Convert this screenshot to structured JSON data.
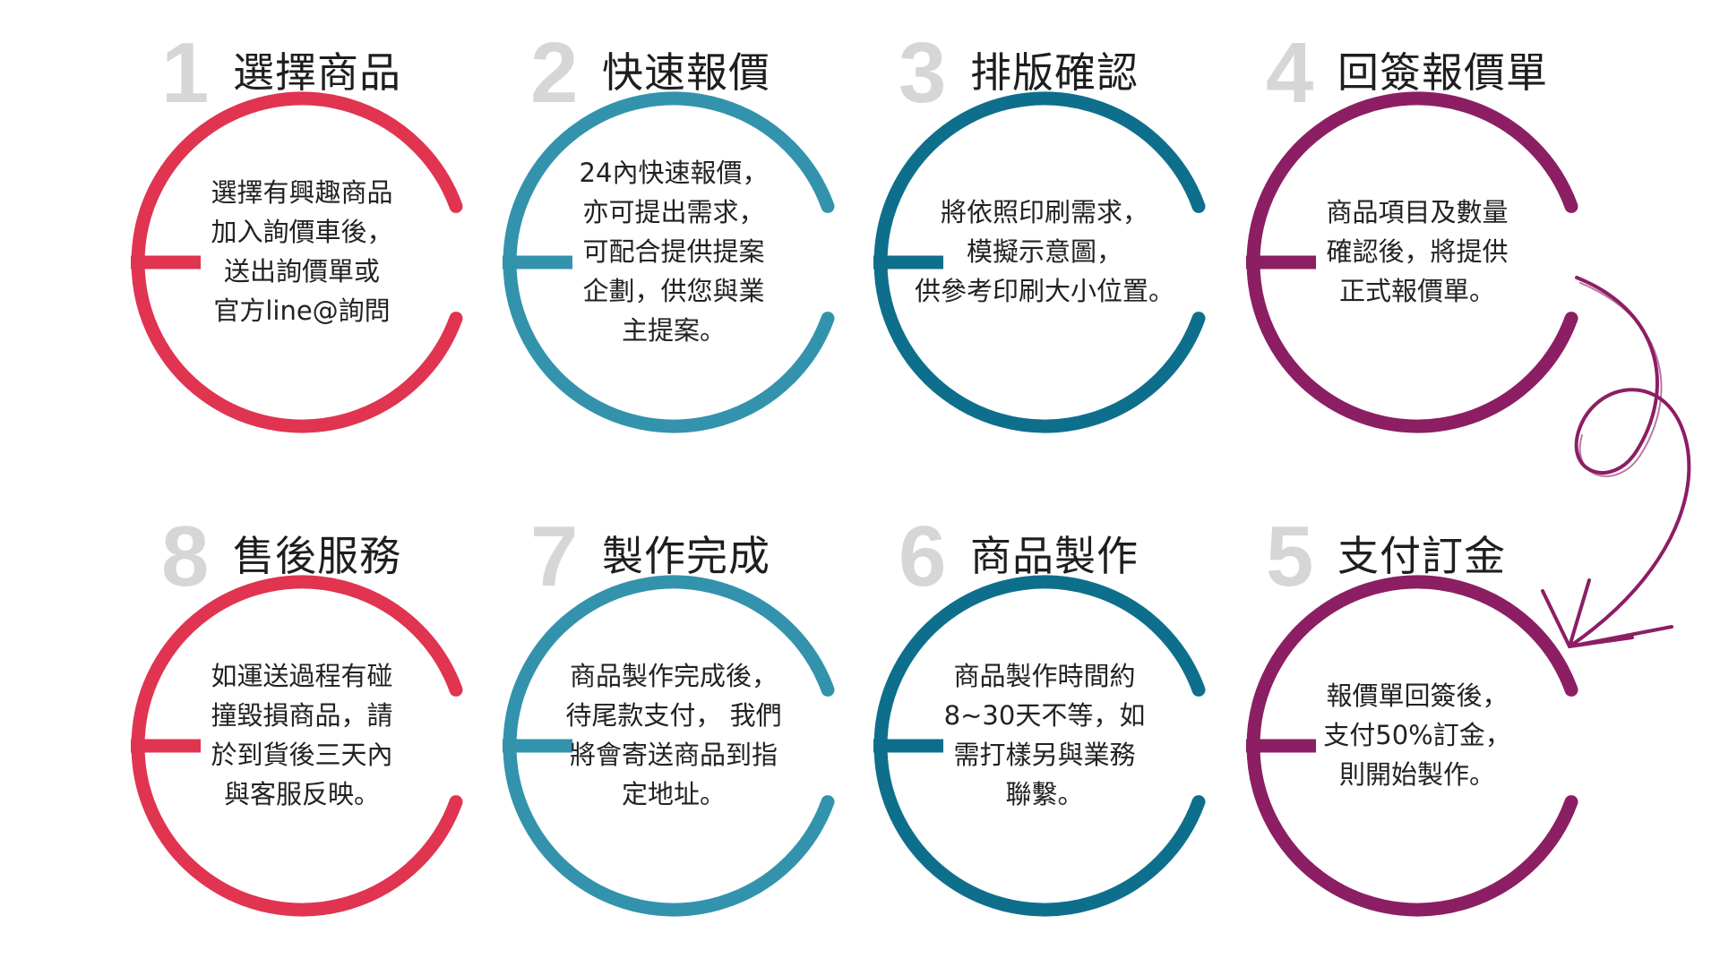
{
  "colors": {
    "red": "#e03450",
    "teal": "#3393ad",
    "blue": "#0e6f8d",
    "purple": "#8c1e64",
    "number": "#d6d6d6",
    "title": "#1e1e1e",
    "text": "#222222"
  },
  "steps": [
    {
      "number": "1",
      "title": "選擇商品",
      "color": "red",
      "desc": [
        "選擇有興趣商品",
        "加入詢價車後，",
        "送出詢價單或",
        "官方line@詢問"
      ]
    },
    {
      "number": "2",
      "title": "快速報價",
      "color": "teal",
      "desc": [
        "24內快速報價，",
        "亦可提出需求，",
        "可配合提供提案",
        "企劃，供您與業",
        "主提案。"
      ]
    },
    {
      "number": "3",
      "title": "排版確認",
      "color": "blue",
      "desc": [
        "將依照印刷需求，",
        "模擬示意圖，",
        "供參考印刷大小位置。"
      ]
    },
    {
      "number": "4",
      "title": "回簽報價單",
      "color": "purple",
      "desc": [
        "商品項目及數量",
        "確認後，將提供",
        "正式報價單。"
      ]
    },
    {
      "number": "5",
      "title": "支付訂金",
      "color": "purple",
      "desc": [
        "報價單回簽後，",
        "支付50%訂金，",
        "則開始製作。"
      ]
    },
    {
      "number": "6",
      "title": "商品製作",
      "color": "blue",
      "desc": [
        "商品製作時間約",
        "8~30天不等，如",
        "需打樣另與業務",
        "聯繫。"
      ]
    },
    {
      "number": "7",
      "title": "製作完成",
      "color": "teal",
      "desc": [
        "商品製作完成後，",
        "待尾款支付， 我們",
        "將會寄送商品到指",
        "定地址。"
      ]
    },
    {
      "number": "8",
      "title": "售後服務",
      "color": "red",
      "desc": [
        "如運送過程有碰",
        "撞毀損商品，請",
        "於到貨後三天內",
        "與客服反映。"
      ]
    }
  ]
}
